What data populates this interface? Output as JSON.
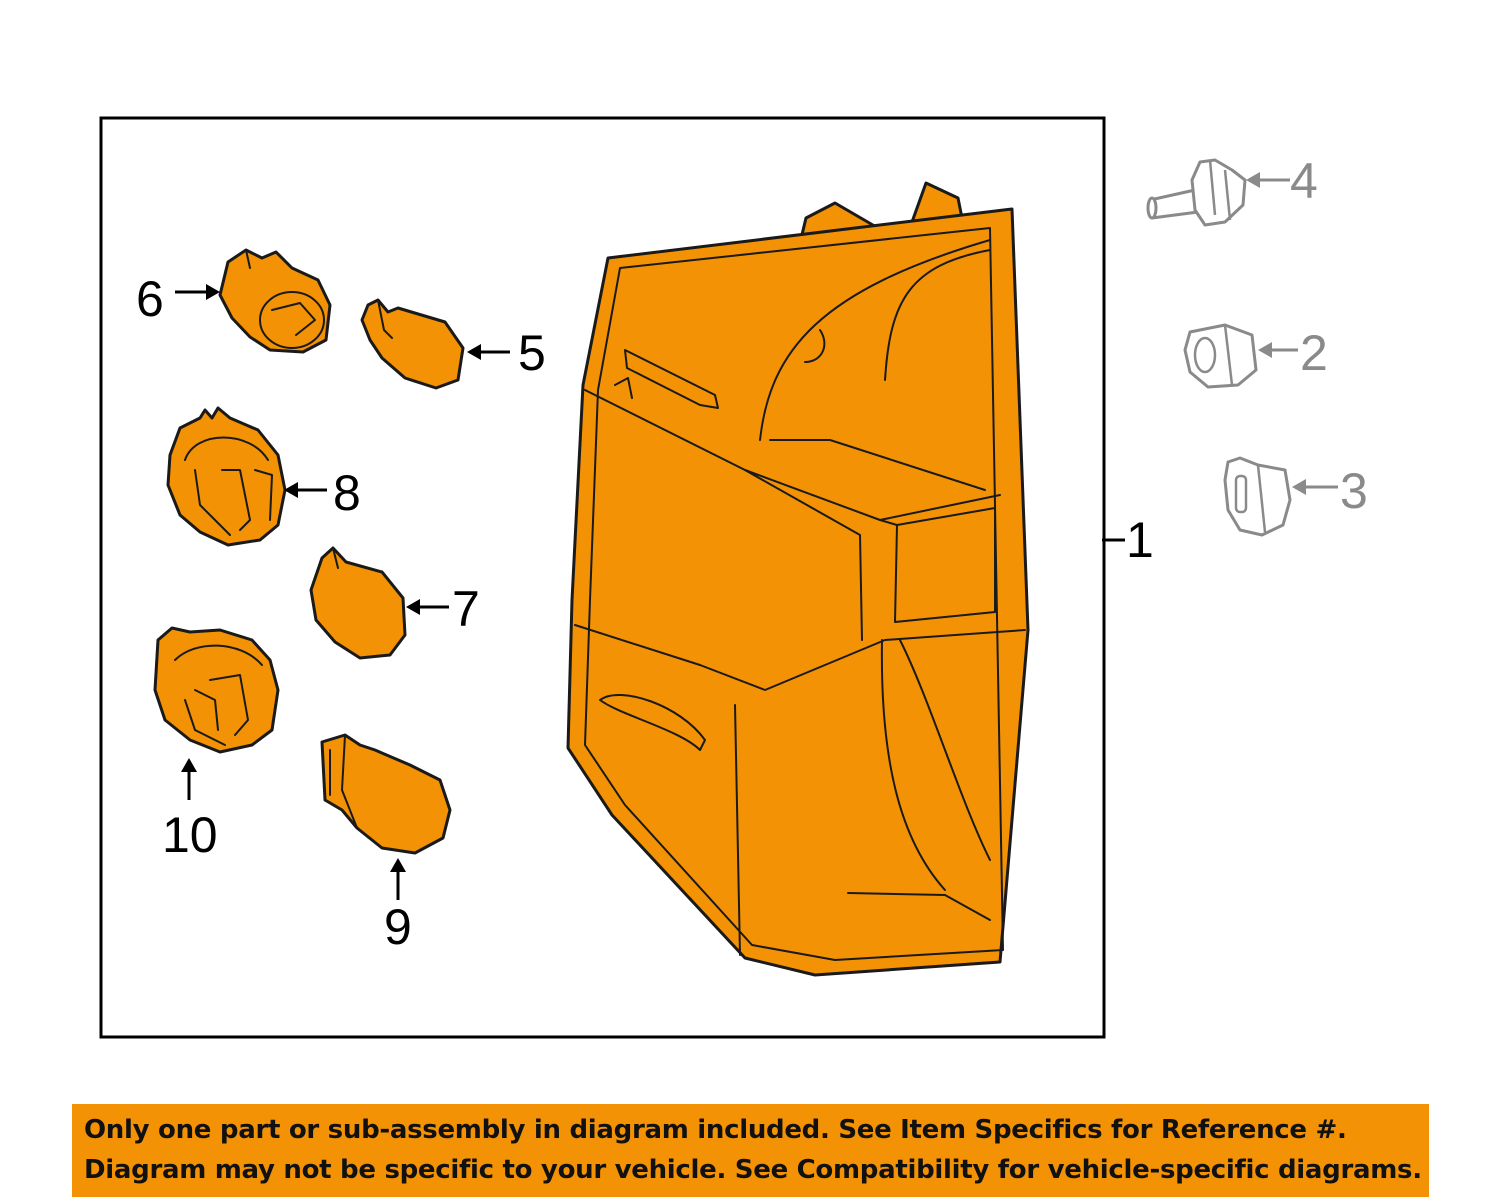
{
  "callouts": {
    "c1": "1",
    "c2": "2",
    "c3": "3",
    "c4": "4",
    "c5": "5",
    "c6": "6",
    "c7": "7",
    "c8": "8",
    "c9": "9",
    "c10": "10"
  },
  "disclaimer": {
    "line1": "Only one part or sub-assembly in diagram included. See Item Specifics for Reference #.",
    "line2": "Diagram may not be specific to your vehicle. See Compatibility for vehicle-specific diagrams."
  },
  "colors": {
    "part_fill": "#f39204",
    "banner": "#f39204",
    "hardware_outline": "#8a8a8a"
  }
}
